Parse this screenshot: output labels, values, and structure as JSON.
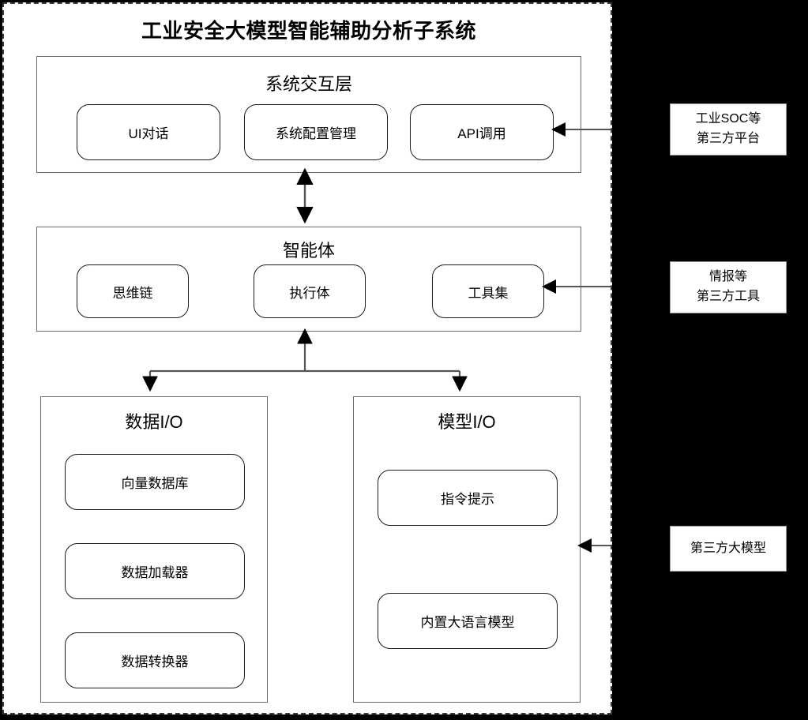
{
  "title": "工业安全大模型智能辅助分析子系统",
  "layers": [
    {
      "id": "interaction",
      "title": "系统交互层",
      "modules": [
        "UI对话",
        "系统配置管理",
        "API调用"
      ]
    },
    {
      "id": "agent",
      "title": "智能体",
      "modules": [
        "思维链",
        "执行体",
        "工具集"
      ]
    },
    {
      "id": "data_io",
      "title": "数据I/O",
      "modules": [
        "向量数据库",
        "数据加载器",
        "数据转换器"
      ]
    },
    {
      "id": "model_io",
      "title": "模型I/O",
      "modules": [
        "指令提示",
        "内置大语言模型"
      ]
    }
  ],
  "external": [
    {
      "id": "soc",
      "line1": "工业SOC等",
      "line2": "第三方平台"
    },
    {
      "id": "intel",
      "line1": "情报等",
      "line2": "第三方工具"
    },
    {
      "id": "llm",
      "line1": "第三方大模型",
      "line2": ""
    }
  ],
  "colors": {
    "background": "#000000",
    "panel": "#ffffff",
    "stroke": "#000000",
    "layer_border": "#6b6b6b",
    "module_border": "#1d1d1d",
    "external_border": "#9a9a9a"
  }
}
